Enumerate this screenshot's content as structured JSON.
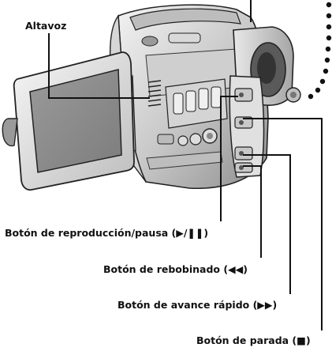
{
  "labels": {
    "speaker": "Altavoz",
    "play_pause": "Botón de reproducción/pausa (▶/❚❚)",
    "rewind": "Botón de rebobinado (◀◀)",
    "fast_forward": "Botón de avance rápido (▶▶)",
    "stop": "Botón de parada (■)"
  },
  "colors": {
    "ink": "#111111",
    "lcd_screen": "#8a8a8a",
    "body_light": "#e4e4e4",
    "body_mid": "#c4c4c4",
    "body_dark": "#6a6a6a"
  },
  "icons": [
    "camcorder-illustration",
    "dotted-line-indicator"
  ]
}
